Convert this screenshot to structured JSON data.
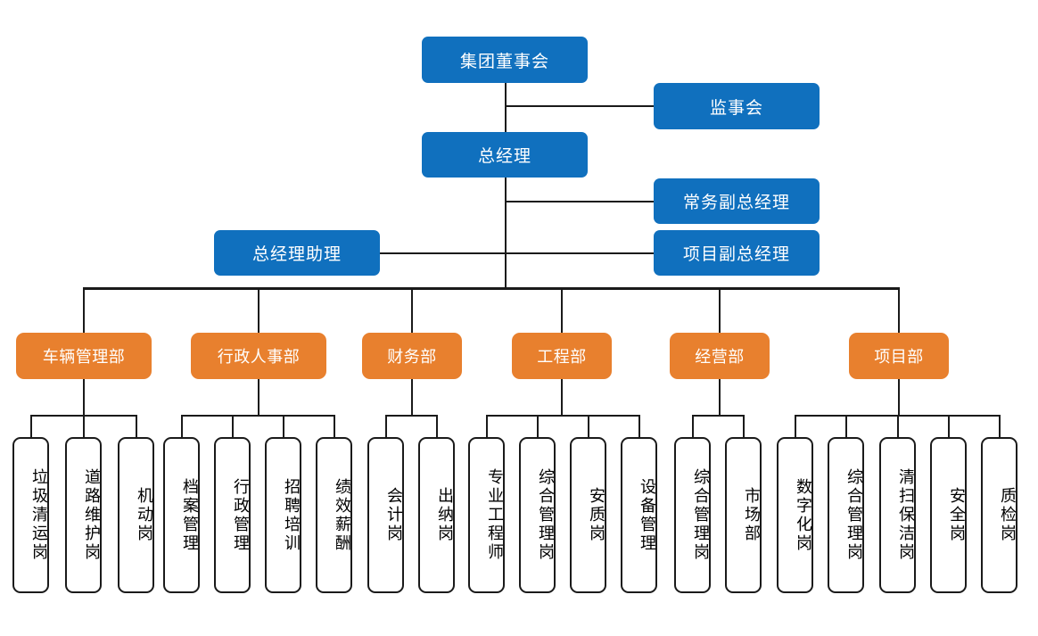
{
  "chart": {
    "title_present": false,
    "colors": {
      "executive_blue": "#1070be",
      "department_orange": "#e8802e",
      "position_border": "#1a1a1a",
      "position_fill": "#ffffff",
      "line": "#1a1a1a",
      "background": "#ffffff"
    },
    "executive": {
      "board": "集团董事会",
      "supervisory": "监事会",
      "general_manager": "总经理",
      "executive_deputy": "常务副总经理",
      "project_deputy": "项目副总经理",
      "gm_assistant": "总经理助理"
    },
    "departments": [
      {
        "id": "vehicle",
        "label": "车辆管理部",
        "positions": [
          "垃圾清运岗",
          "道路维护岗",
          "机动岗"
        ]
      },
      {
        "id": "admin-hr",
        "label": "行政人事部",
        "positions": [
          "档案管理",
          "行政管理",
          "招聘培训",
          "绩效薪酬"
        ]
      },
      {
        "id": "finance",
        "label": "财务部",
        "positions": [
          "会计岗",
          "出纳岗"
        ]
      },
      {
        "id": "engineering",
        "label": "工程部",
        "positions": [
          "专业工程师",
          "综合管理岗",
          "安质岗",
          "设备管理"
        ]
      },
      {
        "id": "operations",
        "label": "经营部",
        "positions": [
          "综合管理岗",
          "市场部"
        ]
      },
      {
        "id": "project",
        "label": "项目部",
        "positions": [
          "数字化岗",
          "综合管理岗",
          "清扫保洁岗",
          "安全岗",
          "质检岗"
        ]
      }
    ]
  }
}
